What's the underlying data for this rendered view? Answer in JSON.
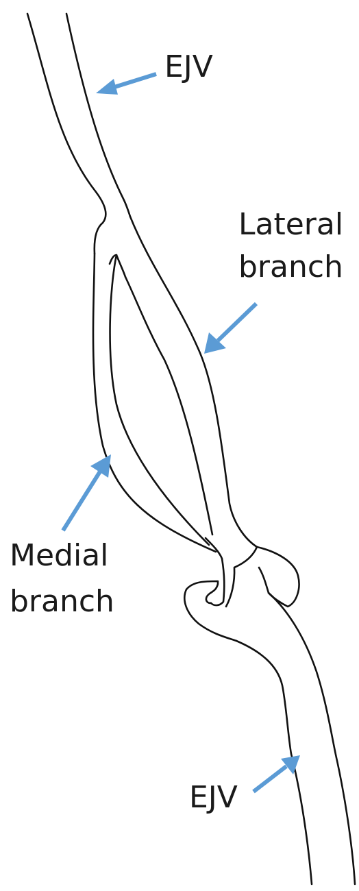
{
  "labels": {
    "ejv_top": "EJV",
    "lateral_line1": "Lateral",
    "lateral_line2": "branch",
    "medial_line1": "Medial",
    "medial_line2": "branch",
    "ejv_bottom": "EJV"
  },
  "colors": {
    "arrow": "#5b9bd5",
    "outline": "#111111",
    "text": "#1a1a1a",
    "background": "#ffffff"
  }
}
